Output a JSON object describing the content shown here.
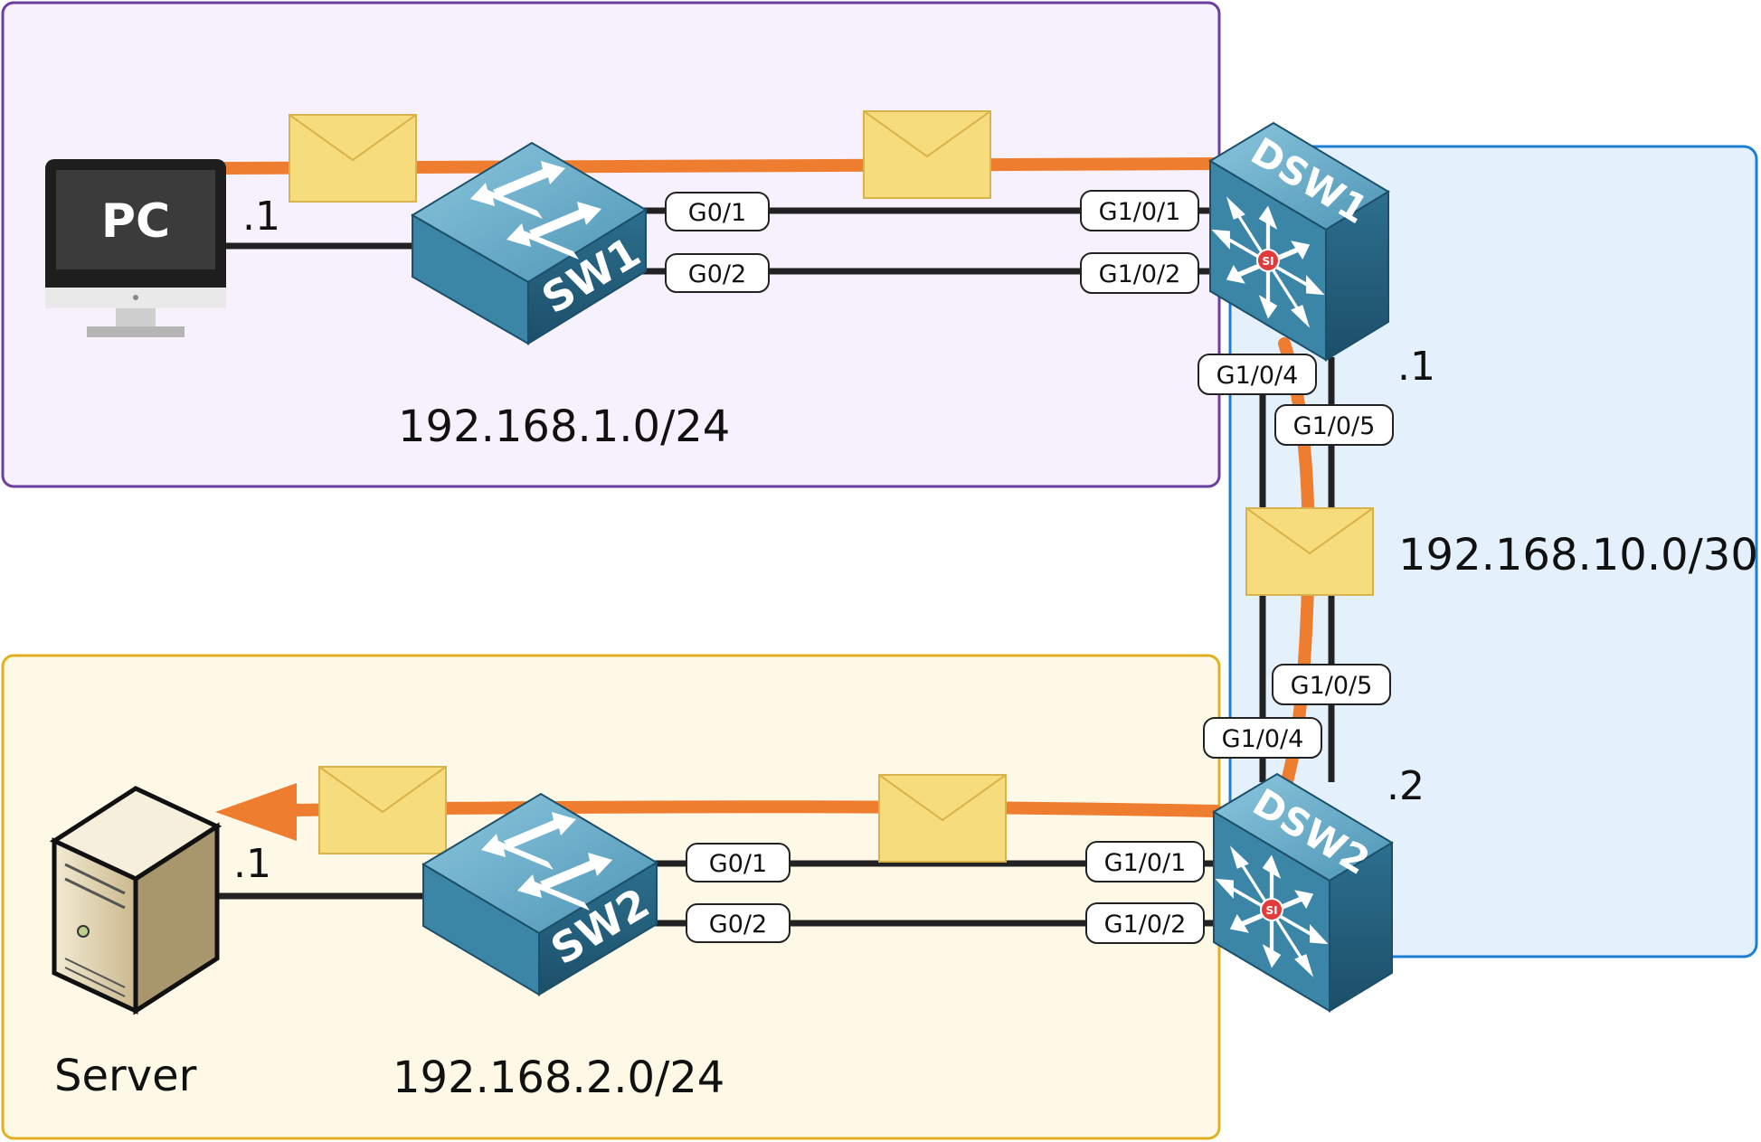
{
  "networks": {
    "lan1": "192.168.1.0/24",
    "lan2": "192.168.2.0/24",
    "transit": "192.168.10.0/30"
  },
  "devices": {
    "pc": "PC",
    "server": "Server",
    "sw1": "SW1",
    "sw2": "SW2",
    "dsw1": "DSW1",
    "dsw2": "DSW2",
    "l3_symbol": "SI"
  },
  "addresses": {
    "pc": ".1",
    "server": ".1",
    "dsw1": ".1",
    "dsw2": ".2"
  },
  "ports": {
    "sw1_g01": "G0/1",
    "sw1_g02": "G0/2",
    "dsw1_g101": "G1/0/1",
    "dsw1_g102": "G1/0/2",
    "dsw1_g104": "G1/0/4",
    "dsw1_g105": "G1/0/5",
    "dsw2_g105": "G1/0/5",
    "dsw2_g104": "G1/0/4",
    "sw2_g01": "G0/1",
    "sw2_g02": "G0/2",
    "dsw2_g101": "G1/0/1",
    "dsw2_g102": "G1/0/2"
  },
  "colors": {
    "lan1_border": "#6b3fa0",
    "lan1_fill": "#f6f1fd",
    "lan2_border": "#e0b020",
    "lan2_fill": "#fef9e6",
    "transit_border": "#1e7fd0",
    "transit_fill": "#e4f1fd",
    "traffic_path": "#ee7d30",
    "cable": "#222222",
    "envelope": "#f7dc7d",
    "switch_body": "#2f7d9e"
  }
}
